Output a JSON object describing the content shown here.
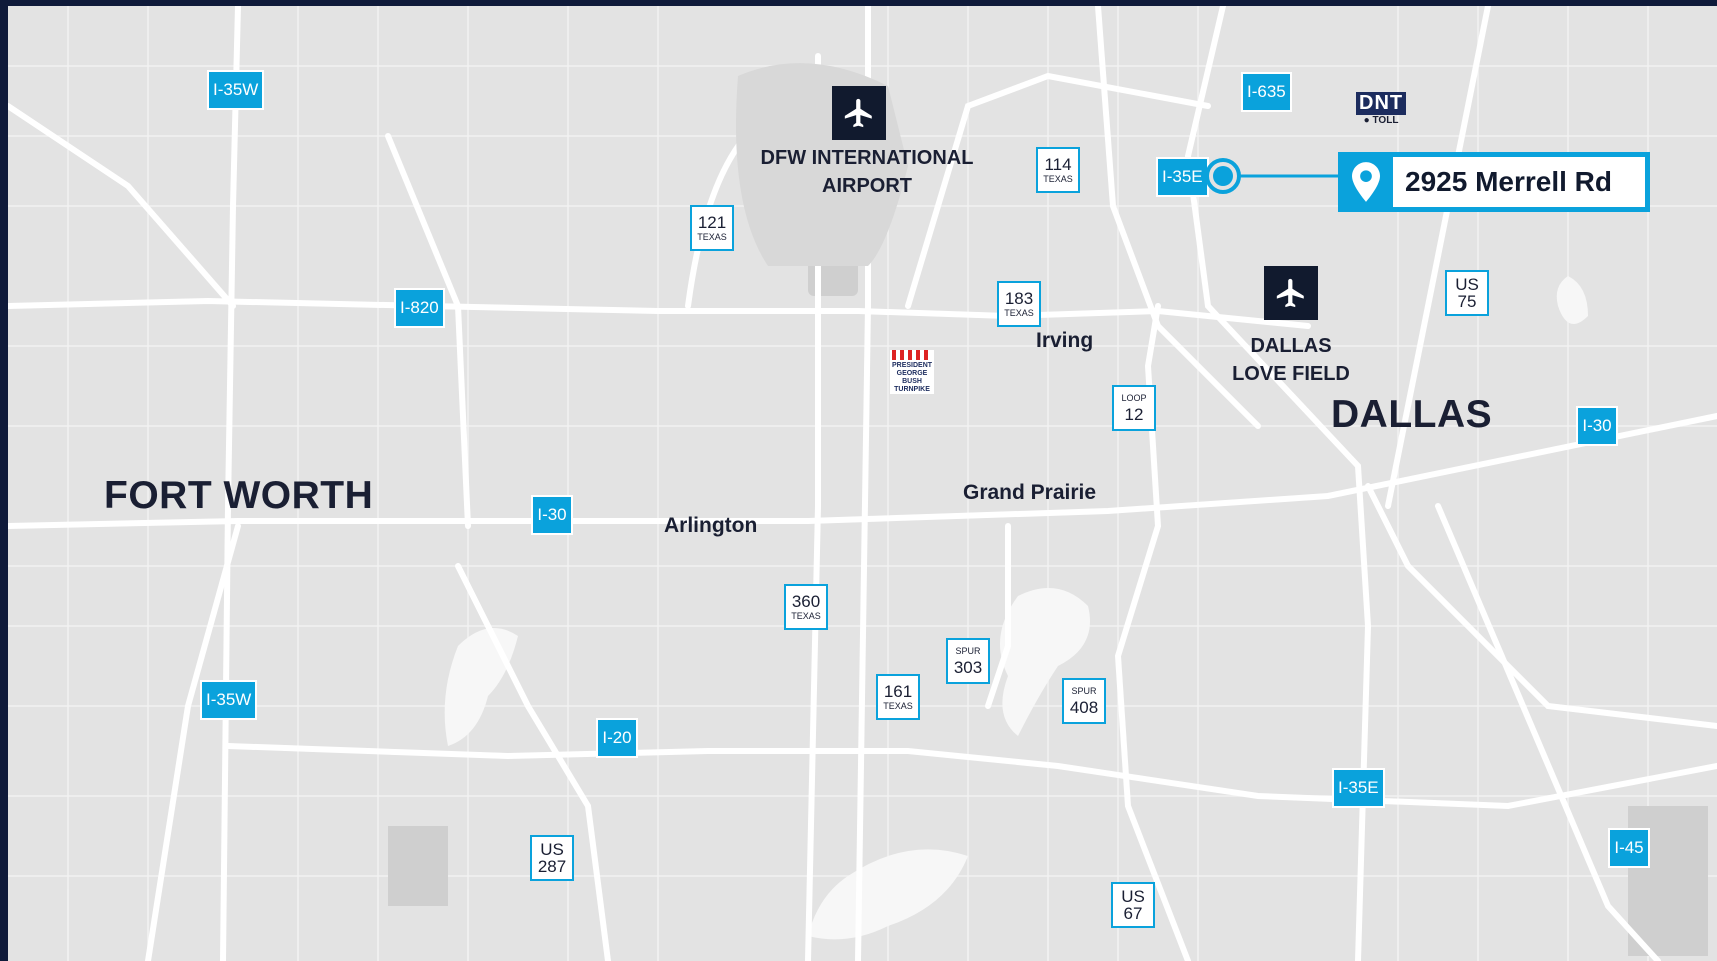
{
  "colors": {
    "land": "#e3e3e3",
    "road": "#ffffff",
    "interstate_shield": "#0aa2dc",
    "label": "#1a1f33",
    "frame": "#0f1a3a"
  },
  "cities": {
    "fort_worth": "FORT WORTH",
    "dallas": "DALLAS",
    "arlington": "Arlington",
    "irving": "Irving",
    "grand_prairie": "Grand Prairie"
  },
  "airports": {
    "dfw_line1": "DFW INTERNATIONAL",
    "dfw_line2": "AIRPORT",
    "love_line1": "DALLAS",
    "love_line2": "LOVE FIELD",
    "icon": "airplane-icon"
  },
  "interstates": {
    "i35w_north": "I-35W",
    "i635": "I-635",
    "i35e_north": "I-35E",
    "i820": "I-820",
    "i30_dallas": "I-30",
    "i30_arlington": "I-30",
    "i35w_south": "I-35W",
    "i20": "I-20",
    "i35e_south": "I-35E",
    "i45": "I-45"
  },
  "state_routes": {
    "tx114": {
      "num": "114",
      "sub": "TEXAS"
    },
    "tx121": {
      "num": "121",
      "sub": "TEXAS"
    },
    "tx183": {
      "num": "183",
      "sub": "TEXAS"
    },
    "loop12": {
      "top": "LOOP",
      "num": "12"
    },
    "tx360": {
      "num": "360",
      "sub": "TEXAS"
    },
    "spur303": {
      "top": "SPUR",
      "num": "303"
    },
    "tx161": {
      "num": "161",
      "sub": "TEXAS"
    },
    "spur408": {
      "top": "SPUR",
      "num": "408"
    }
  },
  "us_routes": {
    "us75": {
      "top": "US",
      "num": "75"
    },
    "us287": {
      "top": "US",
      "num": "287"
    },
    "us67": {
      "top": "US",
      "num": "67"
    }
  },
  "dnt": {
    "label": "DNT",
    "toll": "TOLL"
  },
  "turnpike": {
    "line1": "PRESIDENT",
    "line2": "GEORGE BUSH",
    "line3": "TURNPIKE"
  },
  "callout": {
    "address": "2925 Merrell Rd",
    "icon": "location-pin-icon"
  }
}
